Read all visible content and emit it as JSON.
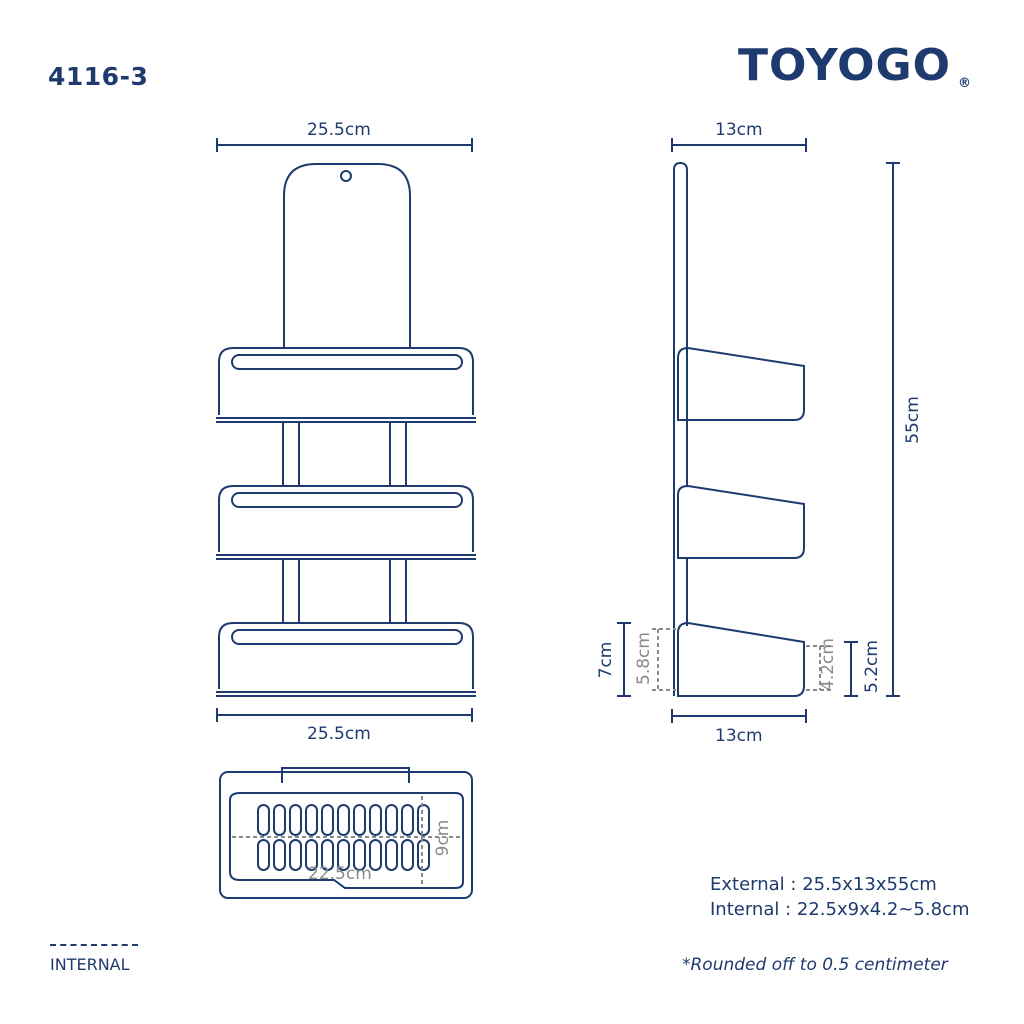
{
  "header": {
    "model": "4116-3",
    "brand": "TOYOGO",
    "registered_mark": "®"
  },
  "colors": {
    "primary": "#1f3a6e",
    "inner_gray": "#8a8a8a",
    "background": "#ffffff"
  },
  "front_view": {
    "top_width": "25.5cm",
    "bottom_width": "25.5cm"
  },
  "side_view": {
    "top_depth": "13cm",
    "bottom_depth": "13cm",
    "height": "55cm",
    "outer_back_height": "7cm",
    "inner_back_height": "5.8cm",
    "inner_front_height": "4.2cm",
    "outer_front_height": "5.2cm"
  },
  "top_view": {
    "inner_length": "22.5cm",
    "inner_width": "9cm"
  },
  "specs": {
    "external": "External : 25.5x13x55cm",
    "internal": "Internal : 22.5x9x4.2~5.8cm"
  },
  "legend": {
    "label": "INTERNAL"
  },
  "note": "*Rounded off to 0.5 centimeter"
}
